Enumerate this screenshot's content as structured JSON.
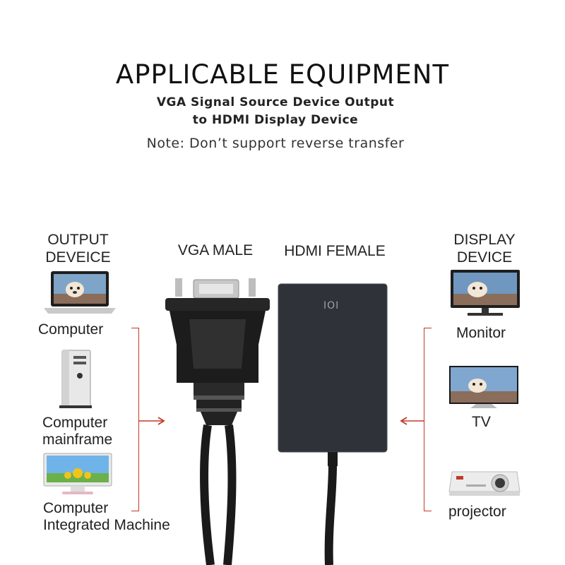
{
  "heading": {
    "title": "APPLICABLE EQUIPMENT",
    "subtitle_line1": "VGA Signal Source Device Output",
    "subtitle_line2": "to HDMI Display Device",
    "note": "Note: Don’t support reverse transfer"
  },
  "left": {
    "header_line1": "OUTPUT",
    "header_line2": "DEVEICE",
    "items": [
      {
        "line1": "Computer",
        "line2": "",
        "icon": "laptop-icon"
      },
      {
        "line1": "Computer",
        "line2": "mainframe",
        "icon": "pc-tower-icon"
      },
      {
        "line1": "Computer",
        "line2": "Integrated Machine",
        "icon": "all-in-one-pc-icon"
      }
    ]
  },
  "center": {
    "vga_label": "VGA MALE",
    "hdmi_label": "HDMI FEMALE",
    "hdmi_mark": "IOI"
  },
  "right": {
    "header_line1": "DISPLAY",
    "header_line2": "DEVICE",
    "items": [
      {
        "label": "Monitor",
        "icon": "monitor-icon"
      },
      {
        "label": "TV",
        "icon": "tv-icon"
      },
      {
        "label": "projector",
        "icon": "projector-icon"
      }
    ]
  },
  "colors": {
    "accent": "#c0392b",
    "text": "#222222",
    "adapter_body": "#2f3238",
    "background": "#ffffff"
  }
}
